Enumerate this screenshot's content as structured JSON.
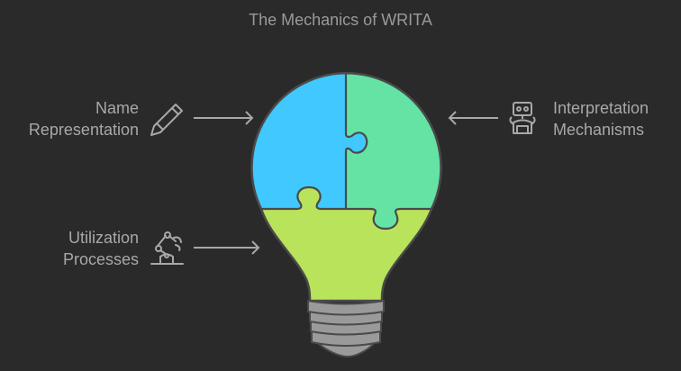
{
  "title": "The Mechanics of WRITA",
  "items": [
    {
      "id": "name-representation",
      "lines": [
        "Name",
        "Representation"
      ],
      "icon": "pencil-icon",
      "arrow": "right",
      "piece_color": "#40c8ff"
    },
    {
      "id": "interpretation-mechanisms",
      "lines": [
        "Interpretation",
        "Mechanisms"
      ],
      "icon": "robot-icon",
      "arrow": "left",
      "piece_color": "#64e3a5"
    },
    {
      "id": "utilization-processes",
      "lines": [
        "Utilization",
        "Processes"
      ],
      "icon": "robotic-arm-icon",
      "arrow": "right",
      "piece_color": "#b8e35a"
    }
  ],
  "colors": {
    "background": "#2a2a2a",
    "text": "#a8a8a8",
    "title": "#9a9a9a",
    "outline": "#4a4a4a",
    "base": "#9a9a9a",
    "blue": "#40c8ff",
    "green": "#64e3a5",
    "lime": "#b8e35a"
  }
}
